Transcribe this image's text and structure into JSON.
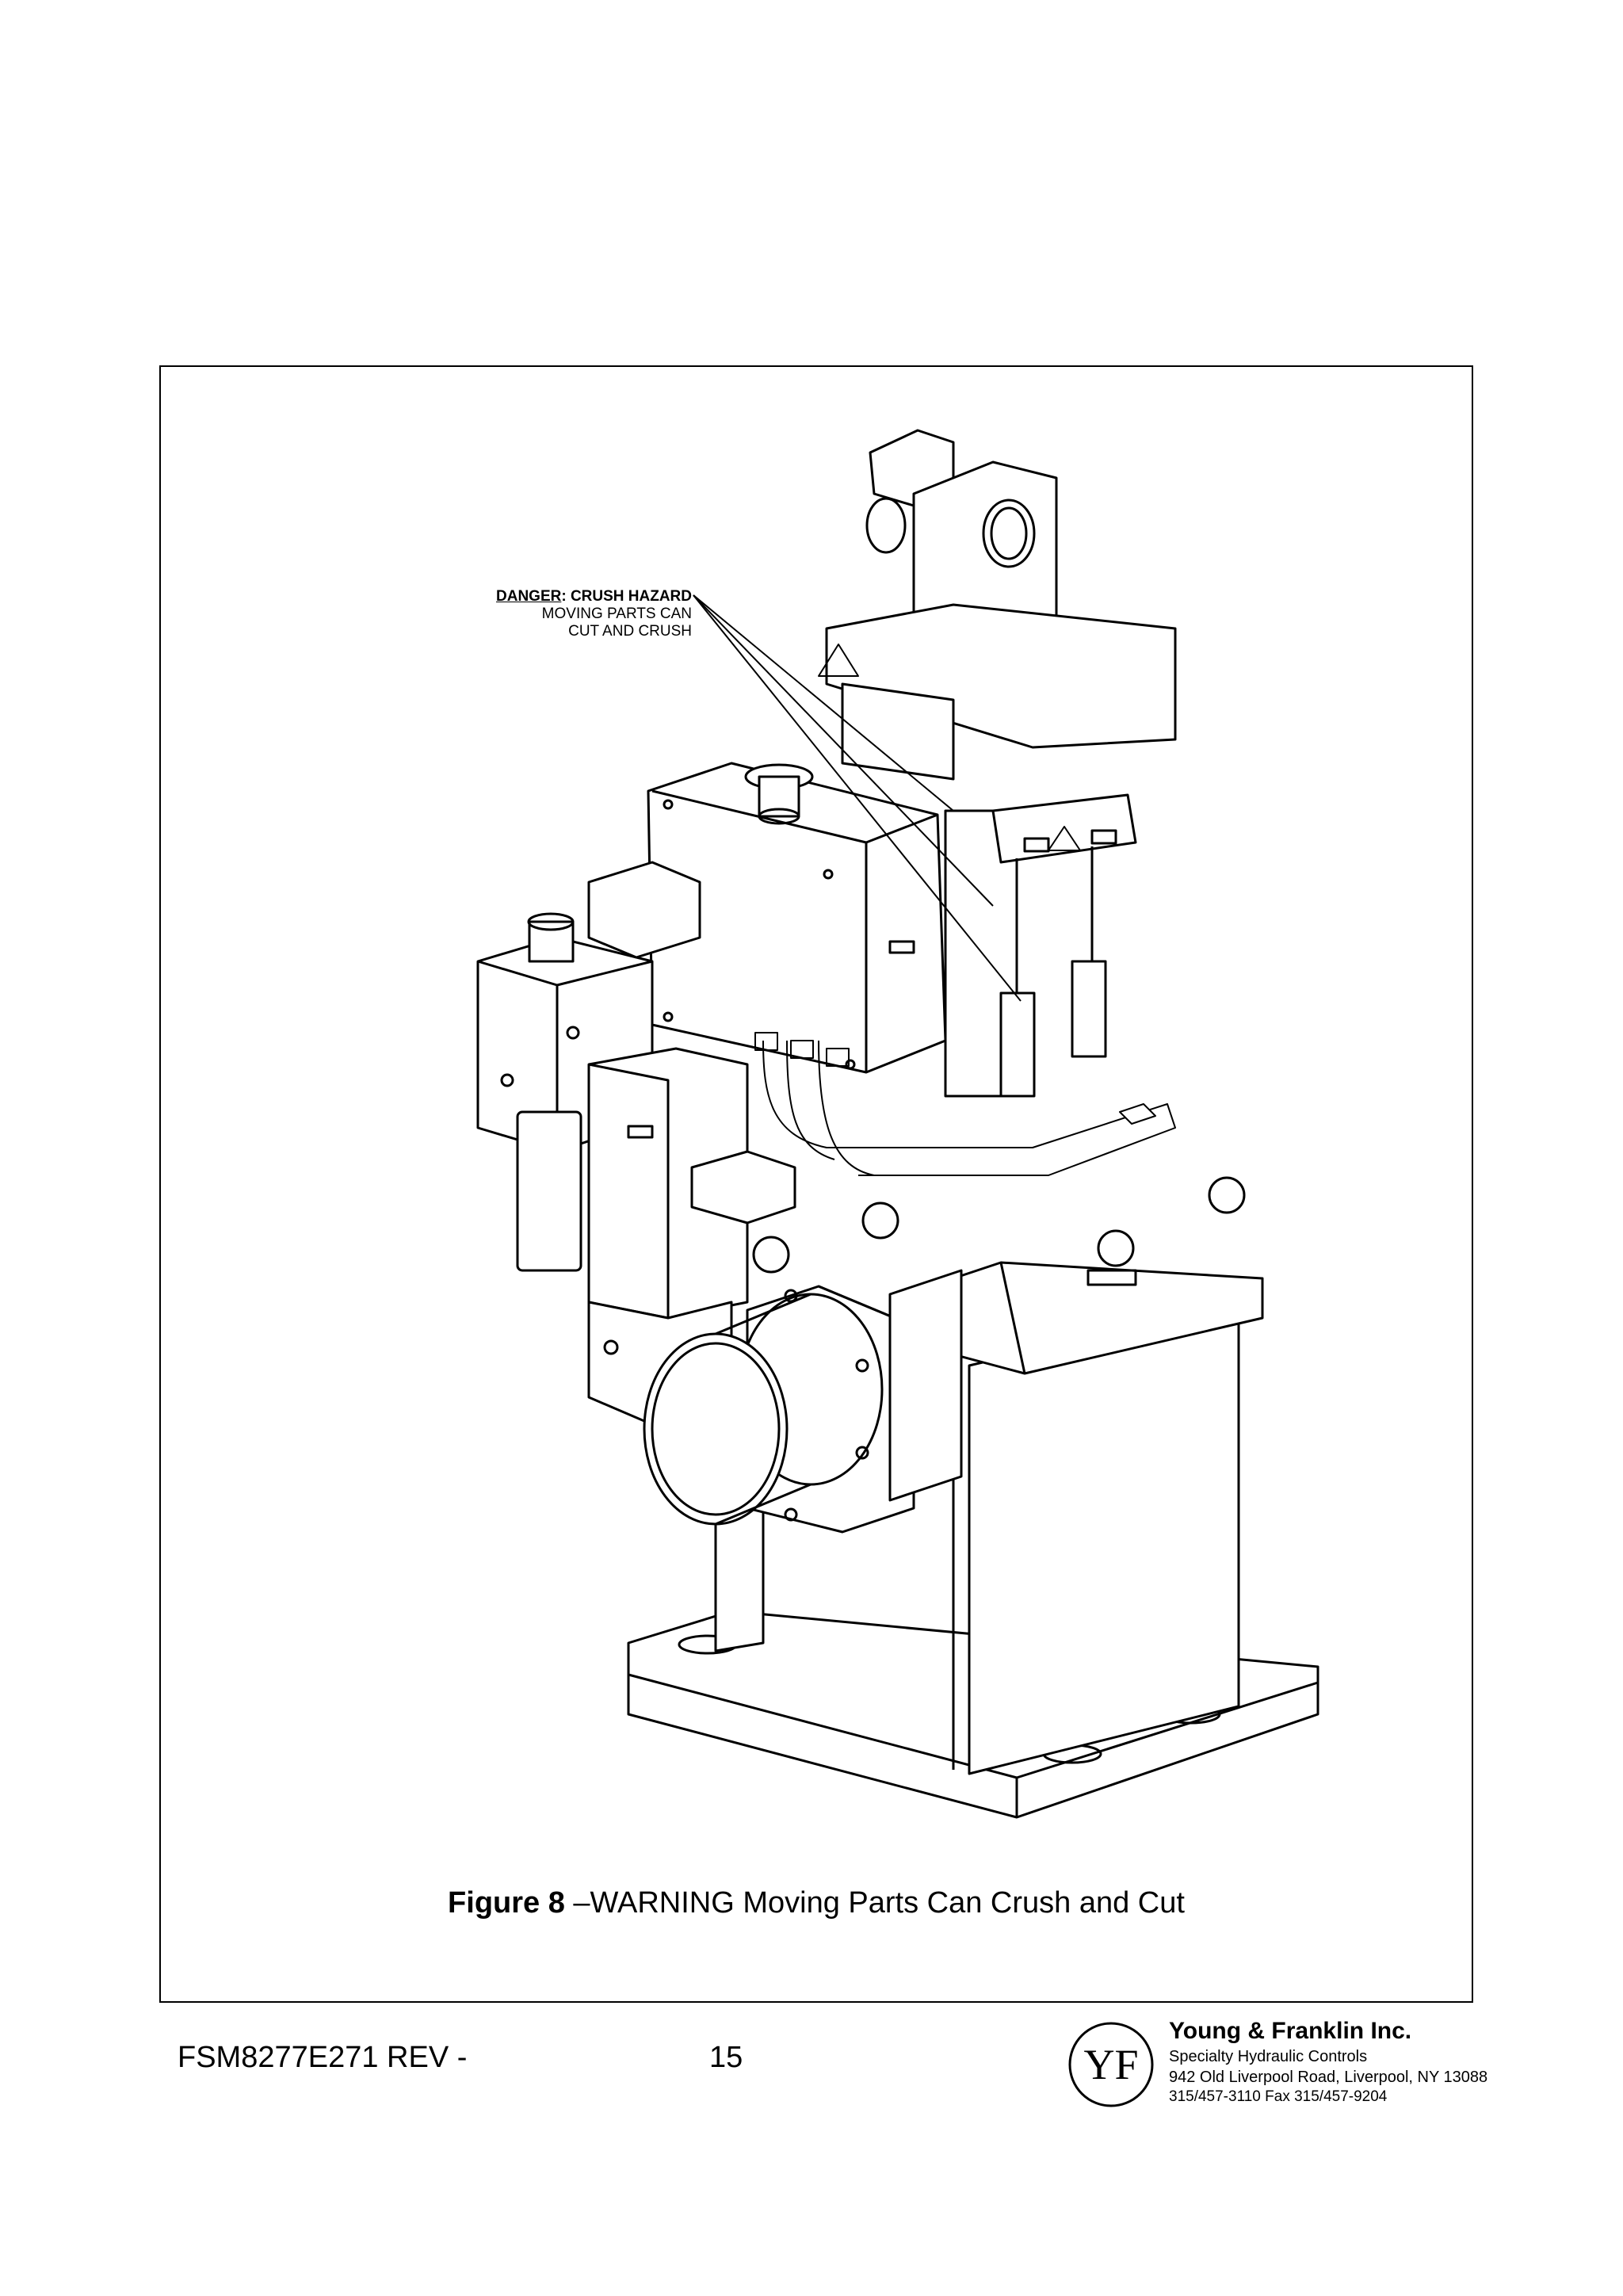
{
  "figure": {
    "callout": {
      "danger_word": "DANGER",
      "danger_rest": ": CRUSH HAZARD",
      "line2": "MOVING PARTS CAN",
      "line3": "CUT AND CRUSH"
    },
    "caption_bold": "Figure 8",
    "caption_rest": " –WARNING Moving Parts Can Crush and Cut"
  },
  "footer": {
    "doc_id": "FSM8277E271 REV -",
    "page_number": "15",
    "logo_text": "YF",
    "company_name": "Young & Franklin Inc.",
    "tagline": "Specialty Hydraulic Controls",
    "address": "942 Old Liverpool Road, Liverpool, NY 13088",
    "phone_fax": "315/457-3110    Fax 315/457-9204"
  }
}
